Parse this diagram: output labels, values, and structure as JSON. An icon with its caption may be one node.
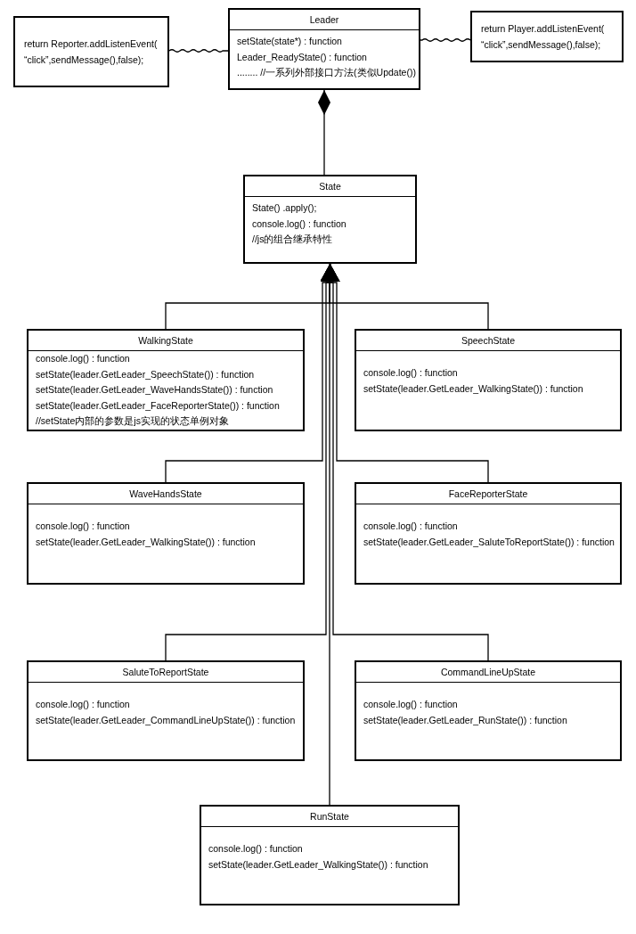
{
  "diagram": {
    "nodes": [
      {
        "text": [
          "return Reporter.addListenEvent( “click”,sendMessage(),false);"
        ]
      },
      {
        "text": [
          "Leader",
          "setState(state*) : function",
          "Leader_ReadyState() : function",
          "........ //一系列外部接口方法(类似Update())"
        ]
      },
      {
        "text": [
          "return Player.addListenEvent( “click”,sendMessage(),false);"
        ]
      },
      {
        "text": [
          "State",
          "State() .apply();",
          "console.log() : function",
          "//js的组合继承特性"
        ]
      },
      {
        "text": [
          "WalkingState",
          "console.log() : function",
          "setState(leader.GetLeader_SpeechState()) : function",
          "setState(leader.GetLeader_WaveHandsState()) : function",
          "setState(leader.GetLeader_FaceReporterState()) : function",
          "//setState内部的参数是js实现的状态单例对象"
        ]
      },
      {
        "text": [
          "SpeechState",
          "console.log() : function",
          "setState(leader.GetLeader_WalkingState()) : function"
        ]
      },
      {
        "text": [
          "WaveHandsState",
          "console.log() : function",
          "setState(leader.GetLeader_WalkingState()) : function"
        ]
      },
      {
        "text": [
          "FaceReporterState",
          "console.log() : function",
          "setState(leader.GetLeader_SaluteToReportState()) : function"
        ]
      },
      {
        "text": [
          "SaluteToReportState",
          "console.log() : function",
          "setState(leader.GetLeader_CommandLineUpState()) : function"
        ]
      },
      {
        "text": [
          "CommandLineUpState",
          "console.log() : function",
          "setState(leader.GetLeader_RunState()) : function"
        ]
      },
      {
        "text": [
          "RunState",
          "console.log() : function",
          "setState(leader.GetLeader_WalkingState()) : function"
        ]
      }
    ],
    "edges": [
      {
        "from": 0,
        "to": 1,
        "arrow": "none"
      },
      {
        "from": 2,
        "to": 1,
        "arrow": "none"
      },
      {
        "from": 3,
        "to": 1,
        "arrow": "other"
      },
      {
        "from": 4,
        "to": 3,
        "arrow": "to"
      },
      {
        "from": 5,
        "to": 3,
        "arrow": "to"
      },
      {
        "from": 6,
        "to": 3,
        "arrow": "to"
      },
      {
        "from": 7,
        "to": 3,
        "arrow": "to"
      },
      {
        "from": 8,
        "to": 3,
        "arrow": "to"
      },
      {
        "from": 9,
        "to": 3,
        "arrow": "to"
      },
      {
        "from": 10,
        "to": 3,
        "arrow": "to"
      }
    ]
  }
}
